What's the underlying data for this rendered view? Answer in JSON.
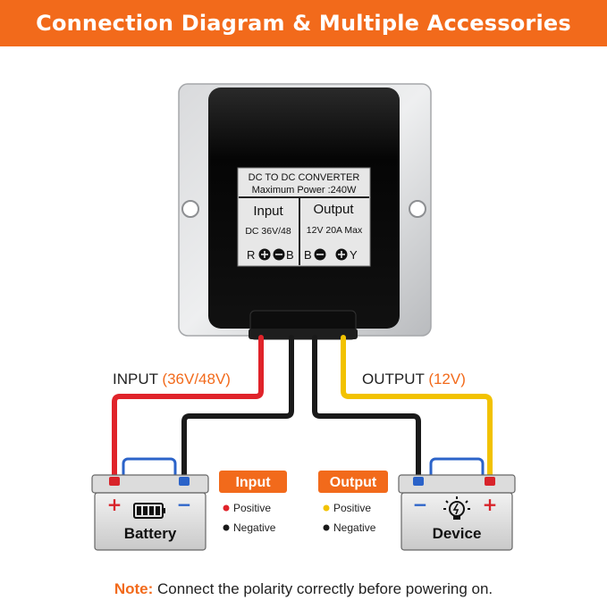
{
  "header": {
    "title": "Connection Diagram & Multiple Accessories"
  },
  "converter": {
    "line1": "DC TO DC CONVERTER",
    "line2": "Maximum Power :240W",
    "input_title": "Input",
    "input_spec": "DC 36V/48",
    "output_title": "Output",
    "output_spec": "12V 20A Max",
    "left_r": "R",
    "left_b": "B",
    "right_b": "B",
    "right_y": "Y"
  },
  "labels": {
    "input_prefix": "INPUT ",
    "input_value": "(36V/48V)",
    "output_prefix": "OUTPUT ",
    "output_value": "(12V)"
  },
  "battery": {
    "name": "Battery",
    "plus": "+",
    "minus": "−"
  },
  "device": {
    "name": "Device",
    "plus": "+",
    "minus": "−"
  },
  "legend": {
    "input": {
      "title": "Input",
      "positive": "Positive",
      "negative": "Negative"
    },
    "output": {
      "title": "Output",
      "positive": "Positive",
      "negative": "Negative"
    }
  },
  "note": {
    "label": "Note:",
    "text": " Connect the polarity correctly before powering on."
  },
  "colors": {
    "accent": "#f26a1b",
    "red_wire": "#e0232a",
    "black_wire": "#1a1a1a",
    "yellow_wire": "#f2c200",
    "terminal_red": "#d8232a",
    "terminal_blue": "#2b63c9"
  }
}
